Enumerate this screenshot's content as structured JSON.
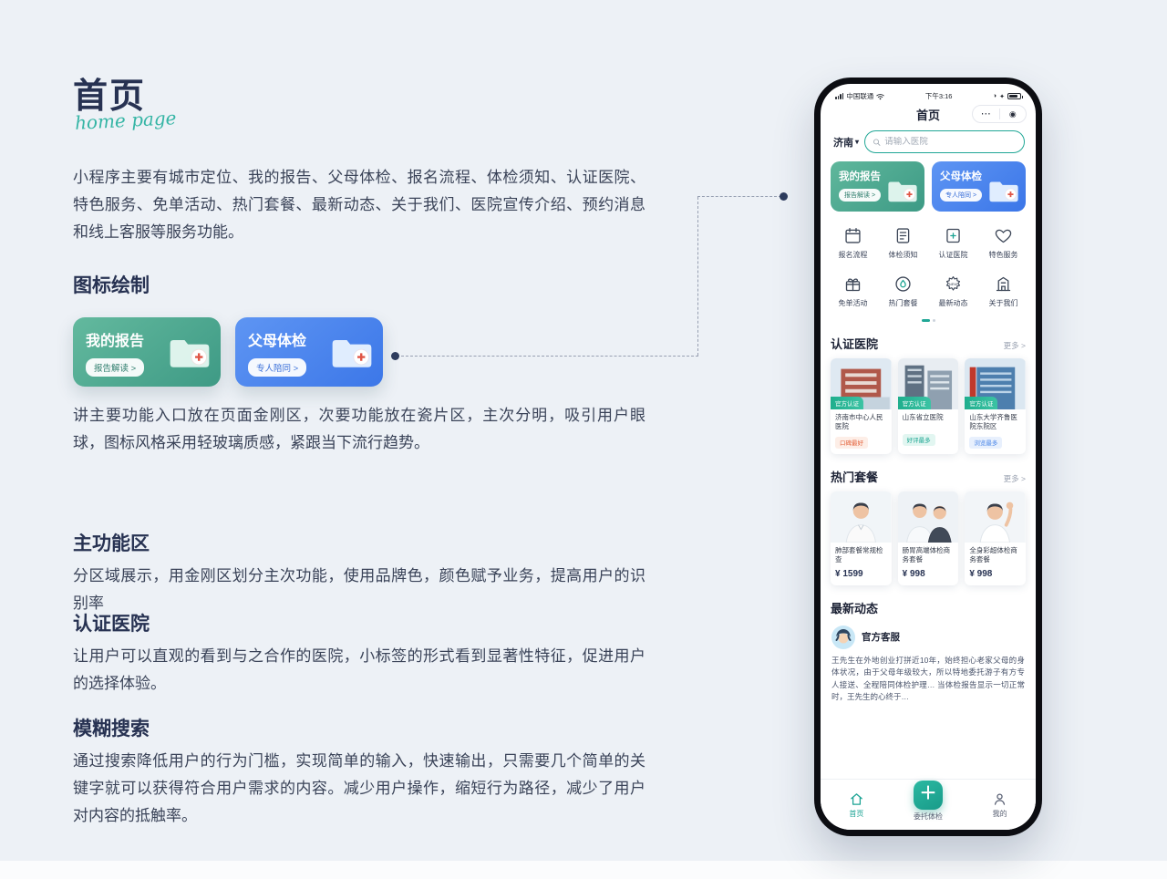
{
  "colors": {
    "background": "#edf1f6",
    "accent_teal": "#1ca493",
    "accent_blue": "#4a86e8",
    "navy": "#273252",
    "card_green": "#4aa98e",
    "card_blue": "#4a86e8"
  },
  "icons": {
    "chevron_down": "▾",
    "ellipsis": "⋯",
    "capsule_dot": "◉",
    "plus": "＋"
  },
  "left": {
    "title": "首页",
    "script": "home page",
    "intro": "小程序主要有城市定位、我的报告、父母体检、报名流程、体检须知、认证医院、特色服务、免单活动、热门套餐、最新动态、关于我们、医院宣传介绍、预约消息和线上客服等服务功能。",
    "icon_heading": "图标绘制",
    "cards": [
      {
        "title": "我的报告",
        "badge": "报告解读 >"
      },
      {
        "title": "父母体检",
        "badge": "专人陪同 >"
      }
    ],
    "icon_note": "讲主要功能入口放在页面金刚区，次要功能放在瓷片区，主次分明，吸引用户眼球，图标风格采用轻玻璃质感，紧跟当下流行趋势。",
    "sections": [
      {
        "title": "主功能区",
        "body": "分区域展示，用金刚区划分主次功能，使用品牌色，颜色赋予业务，提高用户的识别率"
      },
      {
        "title": "认证医院",
        "body": "让用户可以直观的看到与之合作的医院，小标签的形式看到显著性特征，促进用户的选择体验。"
      },
      {
        "title": "模糊搜索",
        "body": "通过搜索降低用户的行为门槛，实现简单的输入，快速输出，只需要几个简单的关键字就可以获得符合用户需求的内容。减少用户操作，缩短行为路径，减少了用户对内容的抵触率。"
      }
    ]
  },
  "phone": {
    "status": {
      "carrier": "中国联通",
      "time": "下午3:16"
    },
    "nav_title": "首页",
    "city": "济南",
    "search_placeholder": "请输入医院",
    "banners": [
      {
        "title": "我的报告",
        "badge": "报告解读 >"
      },
      {
        "title": "父母体检",
        "badge": "专人陪同 >"
      }
    ],
    "grid": [
      {
        "label": "报名流程"
      },
      {
        "label": "体检须知"
      },
      {
        "label": "认证医院"
      },
      {
        "label": "特色服务"
      },
      {
        "label": "免单活动"
      },
      {
        "label": "热门套餐"
      },
      {
        "label": "最新动态"
      },
      {
        "label": "关于我们"
      }
    ],
    "hospitals": {
      "title": "认证医院",
      "more": "更多 >",
      "cert": "官方认证",
      "items": [
        {
          "name": "济南市中心人民医院",
          "tag": "口碑最好"
        },
        {
          "name": "山东省立医院",
          "tag": "好评最多"
        },
        {
          "name": "山东大学齐鲁医院东院区",
          "tag": "浏览最多"
        }
      ]
    },
    "packages": {
      "title": "热门套餐",
      "more": "更多 >",
      "items": [
        {
          "name": "肺部套餐常规检查",
          "price": "¥ 1599"
        },
        {
          "name": "肠胃高端体检商务套餐",
          "price": "¥ 998"
        },
        {
          "name": "全身彩超体检商务套餐",
          "price": "¥ 998"
        }
      ]
    },
    "news": {
      "title": "最新动态",
      "service": "官方客服",
      "body": "王先生在外地创业打拼近10年，始终担心老家父母的身体状况，由于父母年级较大，所以特地委托游子有方专人接送、全程陪同体检护理… 当体检报告显示一切正常时，王先生的心终于…"
    },
    "tabbar": [
      {
        "label": "首页"
      },
      {
        "label": "委托体检"
      },
      {
        "label": "我的"
      }
    ]
  }
}
